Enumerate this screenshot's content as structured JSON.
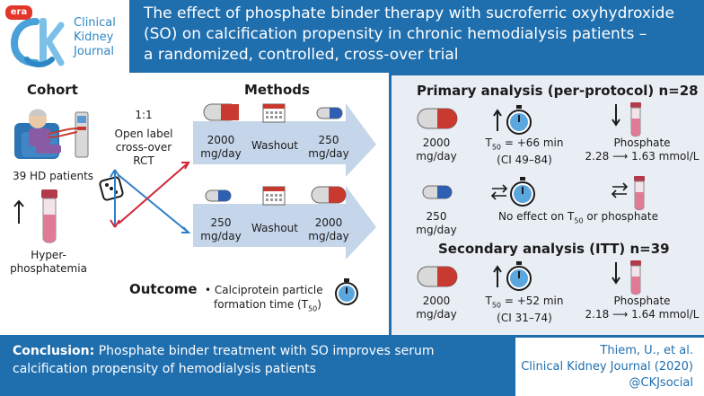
{
  "header": {
    "journal_name_line1": "Clinical",
    "journal_name_line2": "Kidney",
    "journal_name_line3": "Journal",
    "eca_badge": "era",
    "title_line1": "The effect of phosphate binder therapy with sucroferric oxyhydroxide",
    "title_line2": "(SO) on calcification propensity in chronic hemodialysis patients –",
    "title_line3": "a randomized, controlled, cross-over trial"
  },
  "cohort": {
    "heading": "Cohort",
    "patients": "39 HD patients",
    "hyper_line1": "Hyper-",
    "hyper_line2": "phosphatemia"
  },
  "methods": {
    "heading": "Methods",
    "design_line1": "1:1",
    "design_line2": "Open label",
    "design_line3": "cross-over",
    "design_line4": "RCT",
    "arm1": {
      "dose1_line1": "2000",
      "dose1_line2": "mg/day",
      "washout": "Washout",
      "dose2_line1": "250",
      "dose2_line2": "mg/day"
    },
    "arm2": {
      "dose1_line1": "250",
      "dose1_line2": "mg/day",
      "washout": "Washout",
      "dose2_line1": "2000",
      "dose2_line2": "mg/day"
    }
  },
  "outcome": {
    "heading": "Outcome",
    "bullet": "•",
    "line1": "Calciprotein particle",
    "line2_prefix": "formation time (T",
    "line2_sub": "50",
    "line2_suffix": ")"
  },
  "primary": {
    "heading": "Primary analysis (per-protocol) n=28",
    "high_dose_line1": "2000",
    "high_dose_line2": "mg/day",
    "t50_prefix": "T",
    "t50_sub": "50",
    "t50_value": " = +66 min",
    "t50_ci": "(CI 49–84)",
    "phosphate_label": "Phosphate",
    "phosphate_from": "2.28",
    "phosphate_to": "1.63 mmol/L",
    "low_dose_line1": "250",
    "low_dose_line2": "mg/day",
    "no_effect_prefix": "No effect on T",
    "no_effect_sub": "50",
    "no_effect_suffix": " or phosphate"
  },
  "secondary": {
    "heading": "Secondary analysis (ITT) n=39",
    "dose_line1": "2000",
    "dose_line2": "mg/day",
    "t50_prefix": "T",
    "t50_sub": "50",
    "t50_value": " = +52 min",
    "t50_ci": "(CI 31–74)",
    "phosphate_label": "Phosphate",
    "phosphate_from": "2.18",
    "phosphate_to": "1.64 mmol/L"
  },
  "footer": {
    "conclusion_label": "Conclusion:",
    "conclusion_text": "Phosphate binder treatment with SO improves serum calcification propensity of hemodialysis patients",
    "citation_line1": "Thiem, U., et al.",
    "citation_line2": "Clinical Kidney Journal (2020)",
    "citation_line3": "@CKJsocial"
  },
  "colors": {
    "brand_blue": "#1f6eae",
    "panel_bg": "#e9eef5",
    "pill_red": "#c8392f",
    "pill_blue": "#2f5fb3",
    "arrow_fill": "#c5d5ea",
    "cross_red": "#d2263a",
    "cross_blue": "#2f7fc8"
  }
}
